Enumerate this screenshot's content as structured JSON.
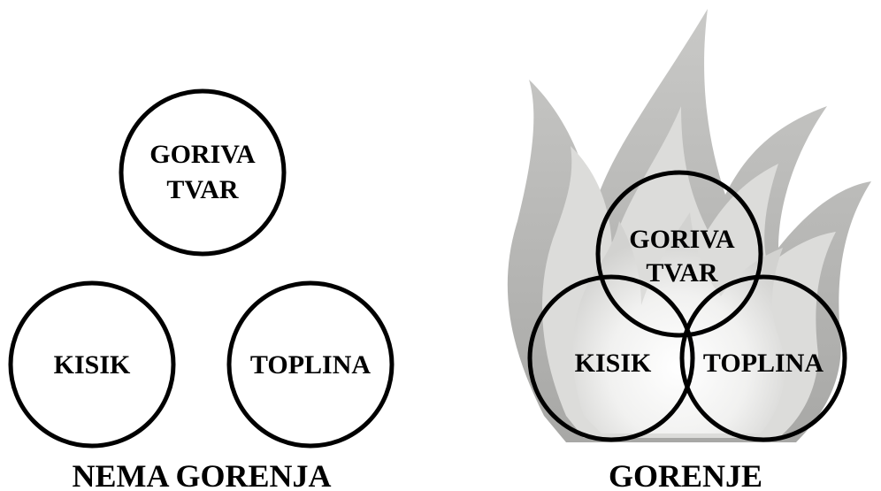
{
  "left_diagram": {
    "fuel_line1": "GORIVA",
    "fuel_line2": "TVAR",
    "oxygen": "KISIK",
    "heat": "TOPLINA",
    "caption": "NEMA GORENJA"
  },
  "right_diagram": {
    "fuel_line1": "GORIVA",
    "fuel_line2": "TVAR",
    "oxygen": "KISIK",
    "heat": "TOPLINA",
    "caption": "GORENJE"
  }
}
